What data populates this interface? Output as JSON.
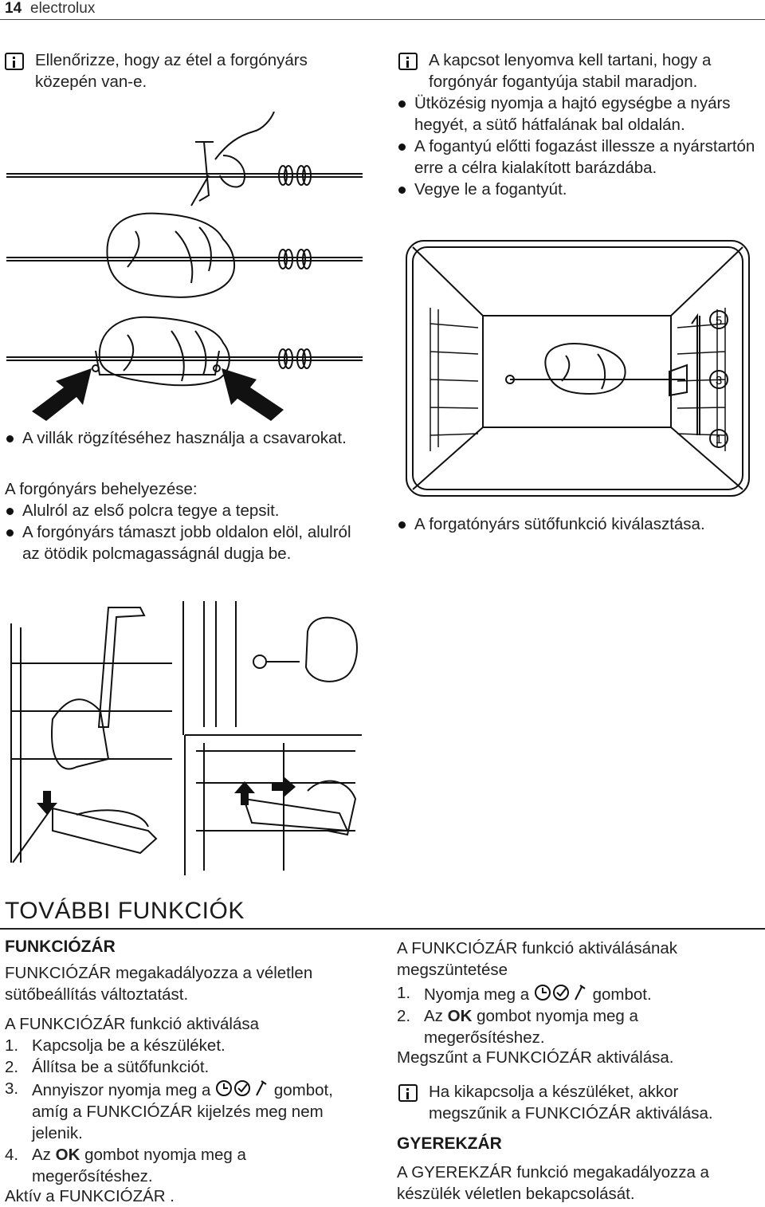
{
  "header": {
    "page_number": "14",
    "brand": "electrolux"
  },
  "left_col_top": {
    "info_note": "Ellenőrizze, hogy az étel a forgónyárs közepén van-e.",
    "bullet_screws": "A villák rögzítéséhez használja a csavarokat.",
    "insert_title": "A forgónyárs behelyezése:",
    "insert_steps": [
      "Alulról az első polcra tegye a tepsit.",
      "A forgónyárs támaszt jobb oldalon elöl, alulról az ötödik polcmagasságnál dugja be."
    ]
  },
  "right_col_top": {
    "info_note": "A kapcsot lenyomva kell tartani, hogy a forgónyár fogantyúja stabil maradjon.",
    "steps": [
      "Ütközésig nyomja a hajtó egységbe a nyárs hegyét, a sütő hátfalának bal oldalán.",
      "A fogantyú előtti fogazást illessze a nyárstartón erre a célra kialakított barázdába.",
      "Vegye le a fogantyút."
    ],
    "oven_labels": [
      "5",
      "3",
      "1"
    ],
    "bullet_function": "A forgatónyárs sütőfunkció kiválasztása."
  },
  "section": {
    "title": "TOVÁBBI FUNKCIÓK",
    "funkciozar": {
      "heading": "FUNKCIÓZÁR",
      "desc": "FUNKCIÓZÁR megakadályozza a véletlen sütőbeállítás változtatást.",
      "activate_title": "A FUNKCIÓZÁR funkció aktiválása",
      "activate_steps": {
        "n1": "1.",
        "s1": "Kapcsolja be a készüléket.",
        "n2": "2.",
        "s2": "Állítsa be a sütőfunkciót.",
        "n3": "3.",
        "s3a": "Annyiszor nyomja meg a",
        "s3b": "gombot, amíg a FUNKCIÓZÁR kijelzés meg nem jelenik.",
        "n4": "4.",
        "s4a": "Az",
        "s4ok": "OK",
        "s4b": "gombot nyomja meg a megerősítéshez."
      },
      "active_text": "Aktív a FUNKCIÓZÁR .",
      "deactivate_title": "A FUNKCIÓZÁR funkció aktiválásának megszüntetése",
      "deactivate_steps": {
        "n1": "1.",
        "s1a": "Nyomja meg a",
        "s1b": "gombot.",
        "n2": "2.",
        "s2a": "Az",
        "s2ok": "OK",
        "s2b": "gombot nyomja meg a megerősítéshez."
      },
      "deactivated_text": "Megszűnt a FUNKCIÓZÁR aktiválása.",
      "info_note": "Ha kikapcsolja a készüléket, akkor megszűnik a FUNKCIÓZÁR aktiválása."
    },
    "gyerekzar": {
      "heading": "GYEREKZÁR",
      "desc": "A GYEREKZÁR funkció megakadályozza a készülék véletlen bekapcsolását."
    }
  }
}
